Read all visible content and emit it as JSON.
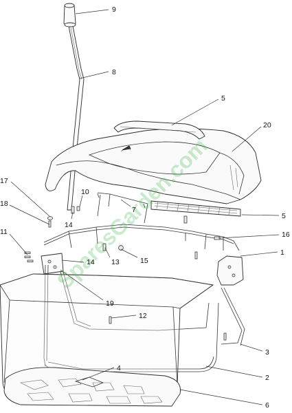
{
  "watermark": "SparesGarden.com",
  "callouts": [
    {
      "id": "9",
      "label": "9"
    },
    {
      "id": "8",
      "label": "8"
    },
    {
      "id": "5a",
      "label": "5"
    },
    {
      "id": "20",
      "label": "20"
    },
    {
      "id": "17",
      "label": "17"
    },
    {
      "id": "10",
      "label": "10"
    },
    {
      "id": "18",
      "label": "18"
    },
    {
      "id": "7",
      "label": "7"
    },
    {
      "id": "5b",
      "label": "5"
    },
    {
      "id": "14a",
      "label": "14"
    },
    {
      "id": "11",
      "label": "11"
    },
    {
      "id": "16",
      "label": "16"
    },
    {
      "id": "14b",
      "label": "14"
    },
    {
      "id": "13",
      "label": "13"
    },
    {
      "id": "15",
      "label": "15"
    },
    {
      "id": "1",
      "label": "1"
    },
    {
      "id": "19",
      "label": "19"
    },
    {
      "id": "12",
      "label": "12"
    },
    {
      "id": "3",
      "label": "3"
    },
    {
      "id": "4",
      "label": "4"
    },
    {
      "id": "2",
      "label": "2"
    },
    {
      "id": "6",
      "label": "6"
    }
  ]
}
